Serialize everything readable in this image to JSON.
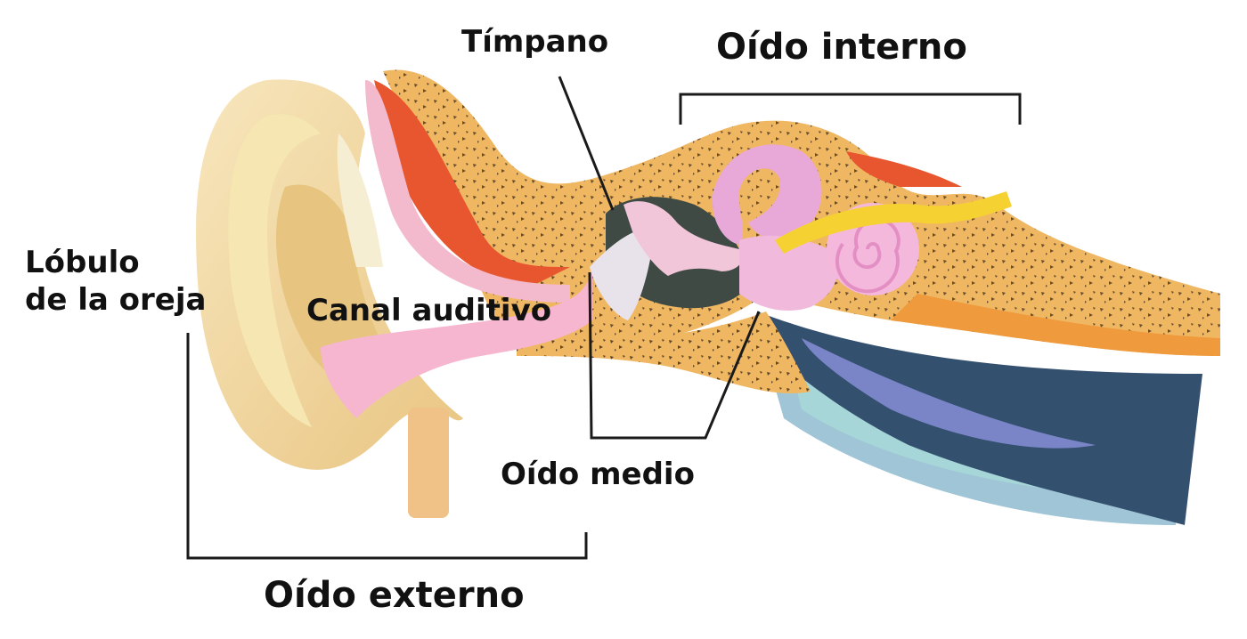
{
  "labels": {
    "timpano": "Tímpano",
    "oido_interno": "Oído interno",
    "lobulo_line1": "Lóbulo",
    "lobulo_line2": "de la oreja",
    "canal_auditivo": "Canal auditivo",
    "oido_medio": "Oído medio",
    "oido_externo": "Oído externo"
  },
  "colors": {
    "text": "#111111",
    "leader_lines": "#1a1a1a",
    "pinna": "#f2d8a0",
    "pinna_inner": "#e7c47f",
    "skin_pink": "#f3b9cc",
    "canal_pink": "#f6b6cf",
    "bone_orange": "#f0b763",
    "bone_dark_orange": "#ef9a3c",
    "bone_dots": "#3a2a1a",
    "red_tissue": "#e7562f",
    "middle_ear_cavity": "#3f4a45",
    "ossicles": "#f1c6d8",
    "cochlea": "#f5b8dd",
    "semicircular_canals": "#e9a9d8",
    "nerve_yellow": "#f6d132",
    "eustachian_dark": "#34506f",
    "eustachian_teal": "#a6d6d8",
    "eustachian_purple": "#7a85c8"
  }
}
